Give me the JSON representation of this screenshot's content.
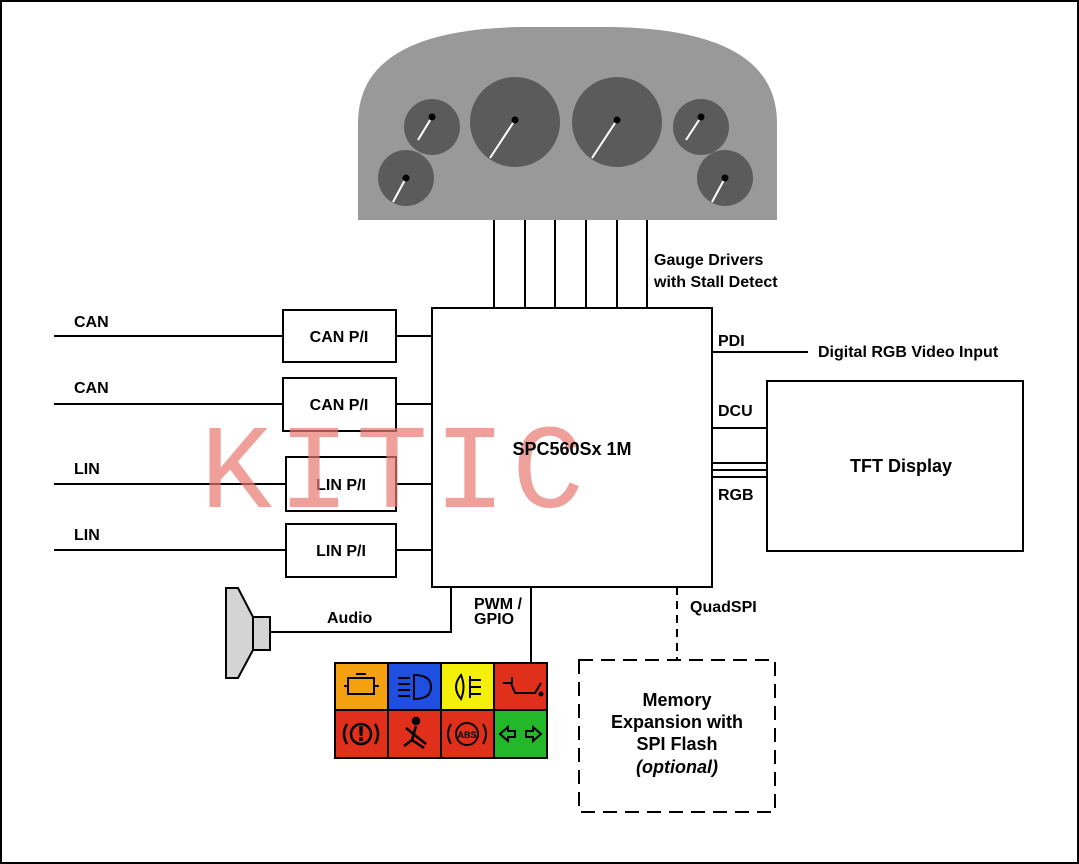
{
  "blocks": {
    "mcu": "SPC560Sx 1M",
    "can1": "CAN P/I",
    "can2": "CAN P/I",
    "lin1": "LIN P/I",
    "lin2": "LIN P/I",
    "tft": "TFT Display",
    "memory": [
      "Memory",
      "Expansion with",
      "SPI Flash"
    ],
    "memory_optional": "(optional)"
  },
  "signals": {
    "can1": "CAN",
    "can2": "CAN",
    "lin1": "LIN",
    "lin2": "LIN",
    "gauge": [
      "Gauge Drivers",
      "with Stall Detect"
    ],
    "pdi": "PDI",
    "video": "Digital RGB Video Input",
    "dcu": "DCU",
    "rgb": "RGB",
    "audio": "Audio",
    "pwm": [
      "PWM /",
      "GPIO"
    ],
    "quadspi": "QuadSPI"
  },
  "watermark": "KITIC",
  "warning_icons": [
    {
      "icon": "engine-icon",
      "color": "#f5a00f"
    },
    {
      "icon": "headlight-icon",
      "color": "#1f4fe0"
    },
    {
      "icon": "fog-light-icon",
      "color": "#f5f00a"
    },
    {
      "icon": "oil-can-icon",
      "color": "#e0301c"
    },
    {
      "icon": "brake-warning-icon",
      "color": "#e0301c"
    },
    {
      "icon": "seatbelt-icon",
      "color": "#e0301c"
    },
    {
      "icon": "abs-icon",
      "color": "#e0301c"
    },
    {
      "icon": "turn-signal-icon",
      "color": "#22b82a"
    }
  ],
  "colors": {
    "cluster": "#999999",
    "dial": "#5b5b5b",
    "watermark": "#e8776f"
  }
}
